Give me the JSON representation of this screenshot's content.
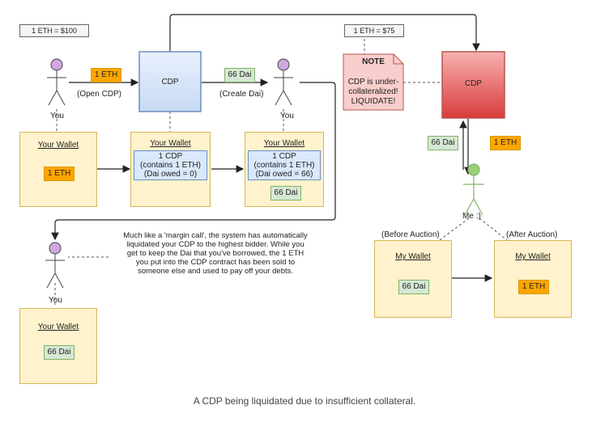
{
  "prices": {
    "before": "1 ETH = $100",
    "after": "1 ETH = $75"
  },
  "actors": {
    "you_top1": "You",
    "you_top2": "You",
    "you_bottom": "You",
    "me": "Me :)"
  },
  "steps": {
    "open_cdp": "(Open CDP)",
    "create_dai": "(Create Dai)"
  },
  "chips": {
    "eth_top": "1 ETH",
    "dai_top": "66 Dai",
    "eth_wallet1": "1 ETH",
    "dai_wallet3": "66 Dai",
    "dai_left_red": "66 Dai",
    "eth_right_red": "1 ETH",
    "dai_my_wallet": "66 Dai",
    "eth_after": "1 ETH",
    "dai_bottom": "66 Dai"
  },
  "cdp": {
    "blue_label": "CDP",
    "red_label": "CDP"
  },
  "wallets": {
    "your_wallet": "Your Wallet",
    "my_wallet": "My Wallet",
    "w2_lines": [
      "1 CDP",
      "(contains 1 ETH)",
      "(Dai owed = 0)"
    ],
    "w3_lines": [
      "1 CDP",
      "(contains 1 ETH)",
      "(Dai owed = 66)"
    ]
  },
  "note": {
    "title": "NOTE",
    "lines": [
      "CDP is under-",
      "collateralized!",
      "LIQUIDATE!"
    ]
  },
  "auction": {
    "before": "(Before Auction)",
    "after": "(After Auction)"
  },
  "explanation": [
    "Much like a 'margin call', the system has automatically",
    "liquidated your CDP to the highest bidder. While you",
    "get to keep the Dai that you've borrowed, the 1 ETH",
    "you put into the CDP contract has been sold to",
    "someone else and used to pay off your debts."
  ],
  "caption": "A CDP being liquidated due to insufficient collateral.",
  "colors": {
    "eth": "#ffa500",
    "dai": "#d5e8d4",
    "wallet": "#fff2cc",
    "cdp_blue": "#dae8fc",
    "cdp_red": "#e05555",
    "actor": "#cfa8e0"
  }
}
